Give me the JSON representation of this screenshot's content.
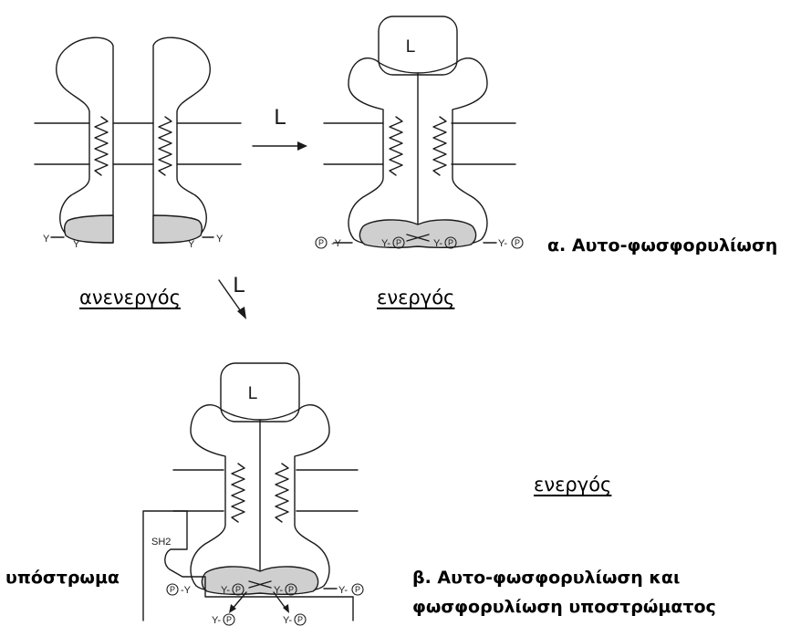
{
  "labels": {
    "ligand": "L",
    "tyrosine": "Y",
    "phospho_tyrosine": "Y-",
    "phospho_tyrosine_left": "-Y",
    "phosphate": "P",
    "sh2": "SH2"
  },
  "captions": {
    "inactive": "ανενεργός",
    "active_a": "ενεργός",
    "active_b": "ενεργός",
    "substrate": "υπόστρωμα",
    "autophos": "α. Αυτο-φωσφορυλίωση",
    "autophos_substrate_1": "β. Αυτο-φωσφορυλίωση και",
    "autophos_substrate_2": "φωσφορυλίωση υποστρώματος"
  },
  "colors": {
    "kinase_shading": "#cfcfcf",
    "line": "#1a1a1a"
  }
}
